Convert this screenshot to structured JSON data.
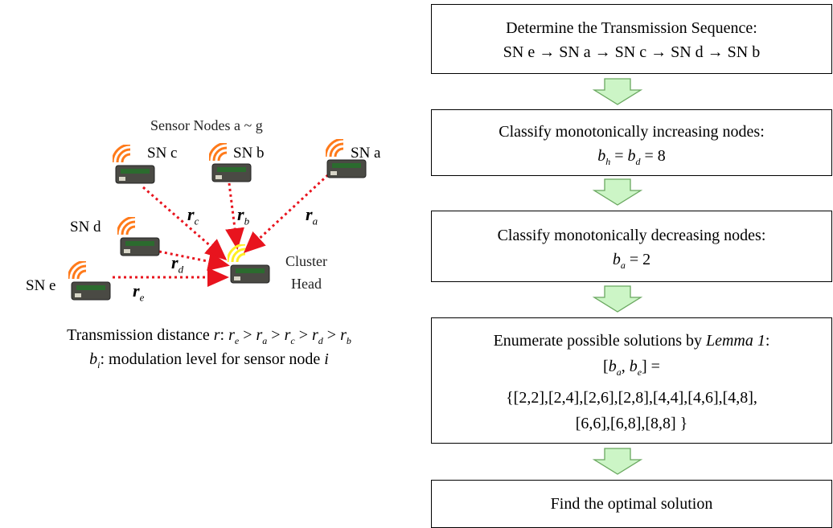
{
  "network": {
    "title": "Sensor Nodes a ~ g",
    "cluster_head_label": [
      "Cluster",
      "Head"
    ],
    "nodes": [
      {
        "id": "c",
        "label": "SN c"
      },
      {
        "id": "b",
        "label": "SN b"
      },
      {
        "id": "a",
        "label": "SN a"
      },
      {
        "id": "d",
        "label": "SN d"
      },
      {
        "id": "e",
        "label": "SN e"
      }
    ],
    "distance_labels": {
      "a": "a",
      "b": "b",
      "c": "c",
      "d": "d",
      "e": "e",
      "r": "r"
    }
  },
  "caption": {
    "line1_prefix": "Transmission distance ",
    "line1_var": "r",
    "line1_colon": ": ",
    "line1_ineq": [
      "r",
      "e",
      " > ",
      "r",
      "a",
      " > ",
      "r",
      "c",
      " > ",
      "r",
      "d",
      " > ",
      "r",
      "b"
    ],
    "line2_var": "b",
    "line2_sub": "i",
    "line2_text": ": modulation level for sensor node ",
    "line2_end": "i"
  },
  "flow": {
    "step1": {
      "line1": "Determine the Transmission Sequence:",
      "line2": "SN e → SN a → SN c → SN d → SN b"
    },
    "step2": {
      "line1": "Classify monotonically increasing nodes:",
      "b": "b",
      "sub1": "h",
      "eq1": " = ",
      "sub2": "d",
      "eq2": " = 8"
    },
    "step3": {
      "line1": "Classify monotonically decreasing nodes:",
      "b": "b",
      "sub": "a",
      "eq": " = 2"
    },
    "step4": {
      "prefix": "Enumerate possible solutions by ",
      "lemma": "Lemma 1",
      "suffix": ":",
      "vars": [
        "[",
        "b",
        "a",
        ", ",
        "b",
        "e",
        "] ="
      ],
      "line3": "{[2,2],[2,4],[2,6],[2,8],[4,4],[4,6],[4,8],",
      "line4": "[6,6],[6,8],[8,8] }"
    },
    "step5": {
      "line1": "Find the optimal solution"
    }
  },
  "colors": {
    "arrow_red": "#e8141e",
    "signal_orange": "#ff7a1a",
    "signal_yellow": "#ffee22",
    "flow_arrow_fill": "#ccf5c6",
    "flow_arrow_stroke": "#6aa860"
  }
}
